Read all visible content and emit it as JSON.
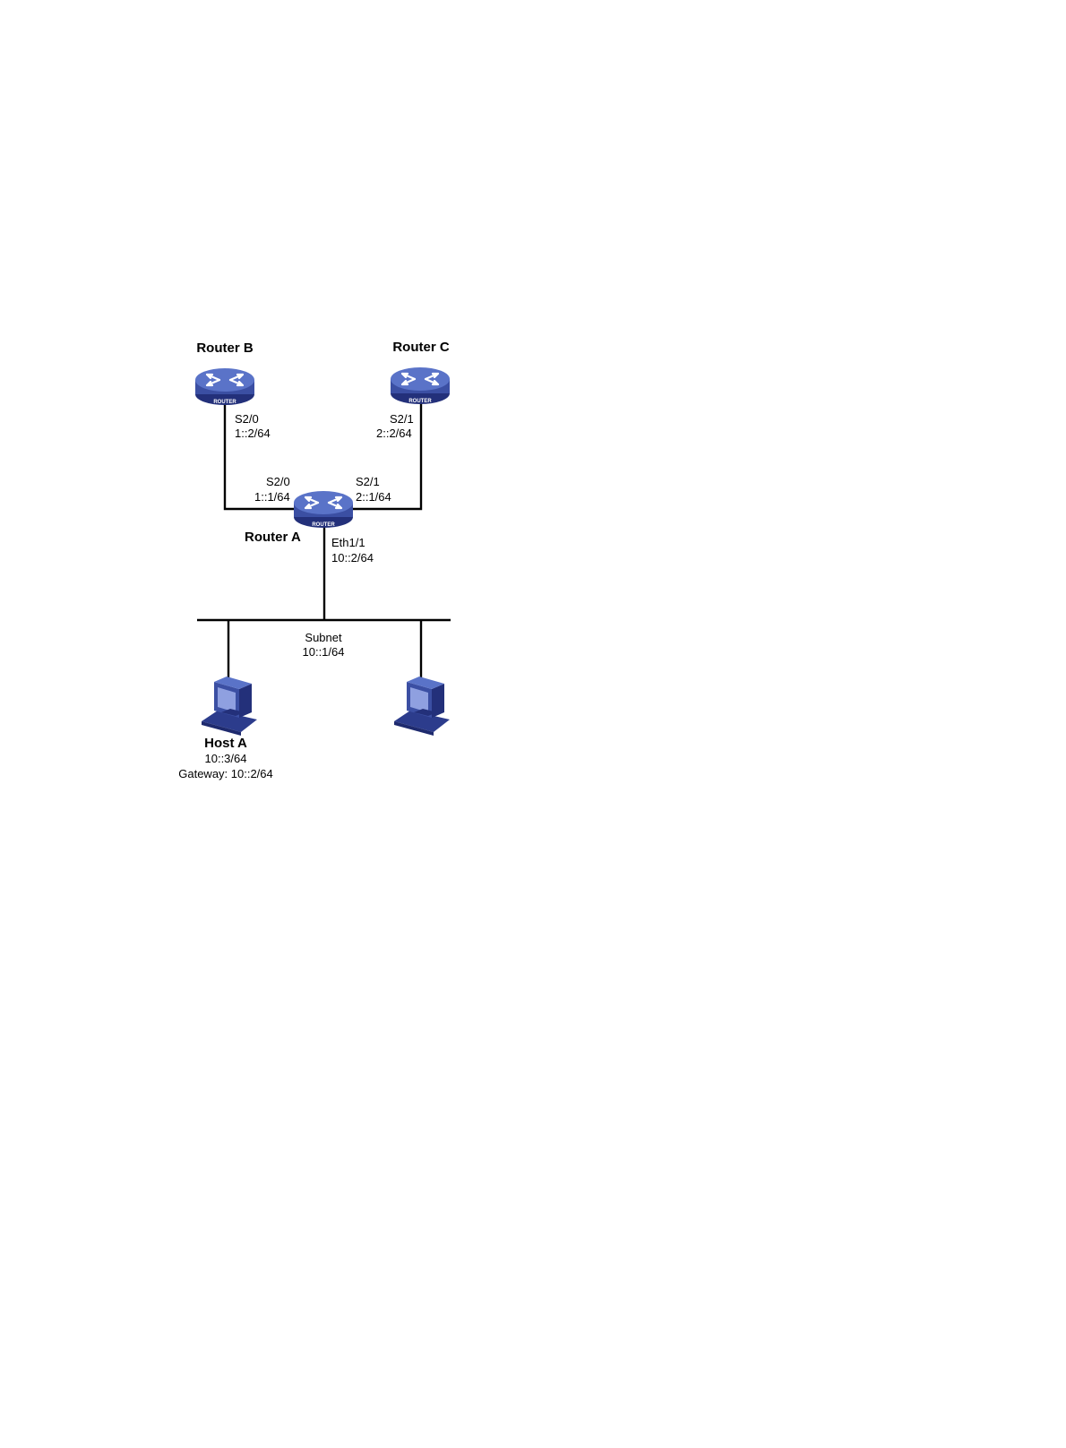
{
  "colors": {
    "device_blue": "#3b4fa3",
    "device_top": "#5a73c8",
    "device_dark": "#23307a",
    "line": "#000000",
    "background": "#ffffff"
  },
  "icons": {
    "router": "router-icon",
    "host": "computer-icon"
  },
  "router_badge": "ROUTER",
  "devices": {
    "router_b": {
      "name": "Router B"
    },
    "router_c": {
      "name": "Router C"
    },
    "router_a": {
      "name": "Router A"
    },
    "host_a": {
      "name": "Host A",
      "address": "10::3/64",
      "gateway": "Gateway: 10::2/64"
    },
    "host_2": {}
  },
  "interfaces": {
    "router_b_s20": {
      "port": "S2/0",
      "address": "1::2/64"
    },
    "router_c_s21": {
      "port": "S2/1",
      "address": "2::2/64"
    },
    "router_a_s20": {
      "port": "S2/0",
      "address": "1::1/64"
    },
    "router_a_s21": {
      "port": "S2/1",
      "address": "2::1/64"
    },
    "router_a_eth11": {
      "port": "Eth1/1",
      "address": "10::2/64"
    }
  },
  "subnet": {
    "label": "Subnet",
    "address": "10::1/64"
  }
}
